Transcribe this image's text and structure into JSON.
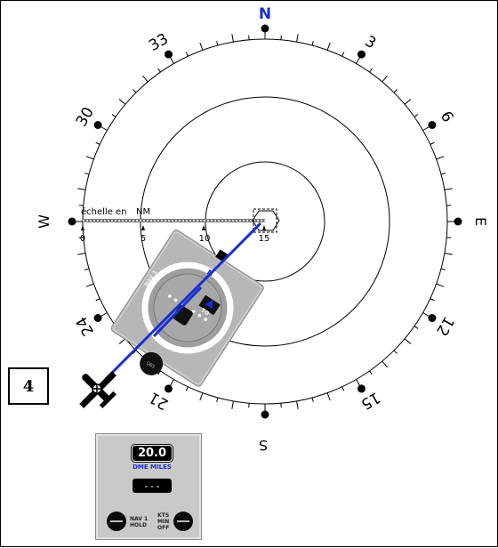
{
  "compass": {
    "cardinals": {
      "north": "N",
      "east": "E",
      "south": "S",
      "west": "W"
    },
    "headings": {
      "h3": "3",
      "h6": "6",
      "h12": "12",
      "h15": "15",
      "h21": "21",
      "h24": "24",
      "h30": "30",
      "h33": "33"
    },
    "north_color": "#1a2fd0"
  },
  "scale": {
    "label_left": "échelle en",
    "label_unit": "NM",
    "ticks": {
      "t0": "0",
      "t5": "5",
      "t10": "10",
      "t15": "15"
    }
  },
  "instrument": {
    "north_label": "N",
    "to_from_flag": "TO",
    "nav_label": "NAV 1",
    "obs_label": "OBS",
    "course_color": "#1a2fd0"
  },
  "exercise_number": "4",
  "dme": {
    "distance": "20.0",
    "distance_label": "DME MILES",
    "secondary_display": "---",
    "mode_left": "NAV 1 HOLD",
    "mode_right_1": "KTS",
    "mode_right_2": "MIN",
    "mode_right_3": "OFF"
  }
}
